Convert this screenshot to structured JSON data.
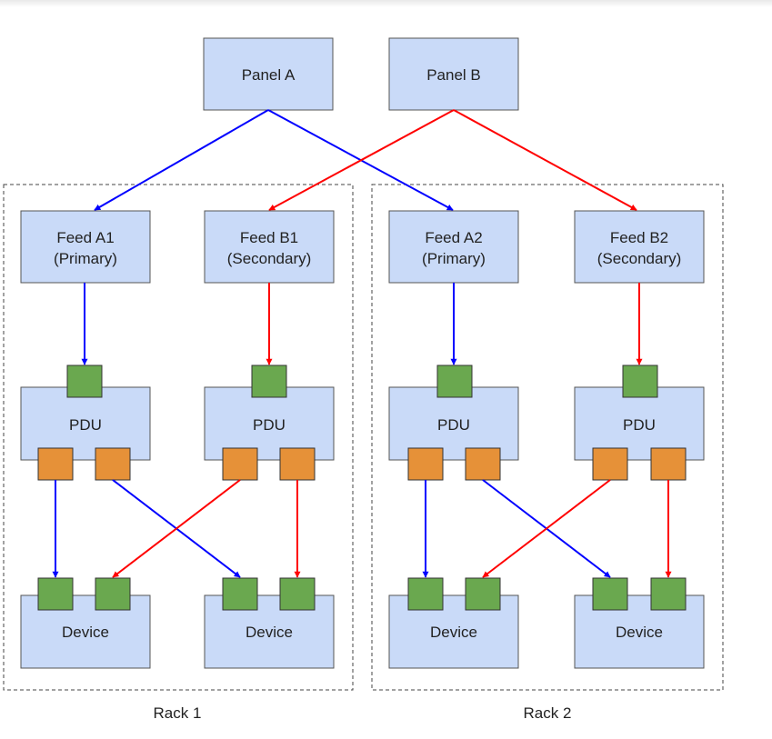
{
  "panels": [
    {
      "id": "panel-a",
      "label": "Panel A"
    },
    {
      "id": "panel-b",
      "label": "Panel B"
    }
  ],
  "racks": [
    {
      "label": "Rack 1",
      "feeds": [
        {
          "line1": "Feed A1",
          "line2": "(Primary)"
        },
        {
          "line1": "Feed B1",
          "line2": "(Secondary)"
        }
      ],
      "pdus": [
        "PDU",
        "PDU"
      ],
      "devices": [
        "Device",
        "Device"
      ]
    },
    {
      "label": "Rack 2",
      "feeds": [
        {
          "line1": "Feed A2",
          "line2": "(Primary)"
        },
        {
          "line1": "Feed B2",
          "line2": "(Secondary)"
        }
      ],
      "pdus": [
        "PDU",
        "PDU"
      ],
      "devices": [
        "Device",
        "Device"
      ]
    }
  ],
  "colors": {
    "box_fill": "#c9daf8",
    "input_port": "#6aa84f",
    "output_port": "#e69138",
    "path_a": "#0000ff",
    "path_b": "#ff0000"
  }
}
